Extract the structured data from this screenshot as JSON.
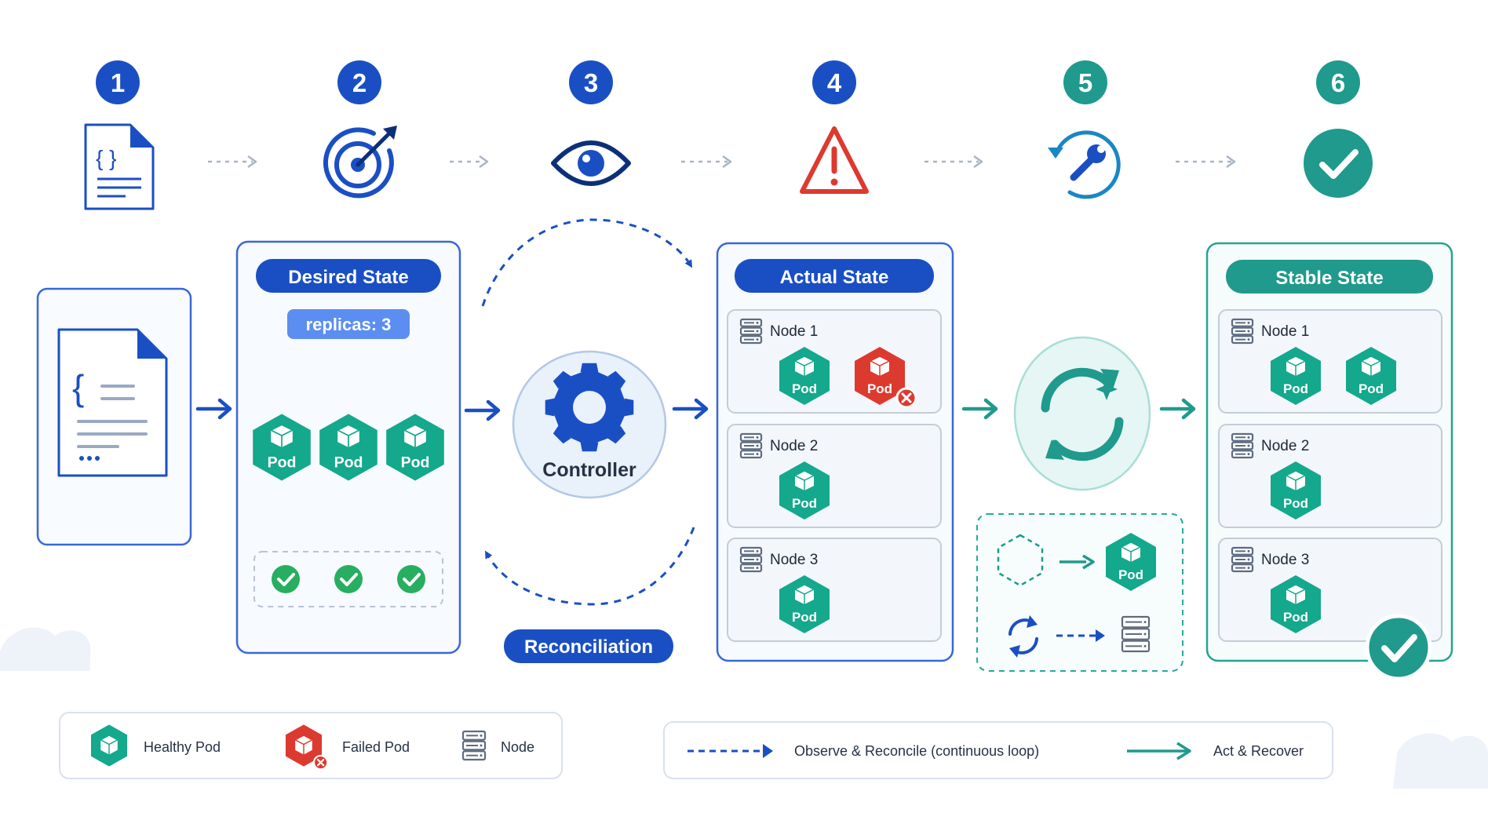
{
  "steps": [
    {
      "number": "1",
      "icon": "manifest-file-icon",
      "color": "#1a4fc4"
    },
    {
      "number": "2",
      "icon": "target-icon",
      "color": "#1a4fc4"
    },
    {
      "number": "3",
      "icon": "eye-icon",
      "color": "#1a4fc4"
    },
    {
      "number": "4",
      "icon": "warning-icon",
      "color": "#1a4fc4"
    },
    {
      "number": "5",
      "icon": "repair-icon",
      "color": "#1f9a8c"
    },
    {
      "number": "6",
      "icon": "check-circle-icon",
      "color": "#1f9a8c"
    }
  ],
  "colors": {
    "blue": "#1a4fc4",
    "teal": "#1f9a8c",
    "healthy": "#14a88c",
    "failed": "#dd3a2f",
    "check": "#27ae60"
  },
  "pod_label": "Pod",
  "desired": {
    "title": "Desired State",
    "replicas": "replicas: 3"
  },
  "controller": {
    "label": "Controller",
    "loop_label": "Reconciliation"
  },
  "actual": {
    "title": "Actual State",
    "nodes": [
      {
        "label": "Node 1",
        "pods": [
          "healthy",
          "failed"
        ]
      },
      {
        "label": "Node 2",
        "pods": [
          "healthy"
        ]
      },
      {
        "label": "Node 3",
        "pods": [
          "healthy"
        ]
      }
    ]
  },
  "stable": {
    "title": "Stable State",
    "nodes": [
      {
        "label": "Node 1",
        "pods": [
          "healthy",
          "healthy"
        ]
      },
      {
        "label": "Node 2",
        "pods": [
          "healthy"
        ]
      },
      {
        "label": "Node 3",
        "pods": [
          "healthy"
        ]
      }
    ]
  },
  "legend": {
    "healthy": "Healthy Pod",
    "failed": "Failed Pod",
    "node": "Node",
    "observe": "Observe & Reconcile (continuous loop)",
    "act": "Act  & Recover"
  }
}
